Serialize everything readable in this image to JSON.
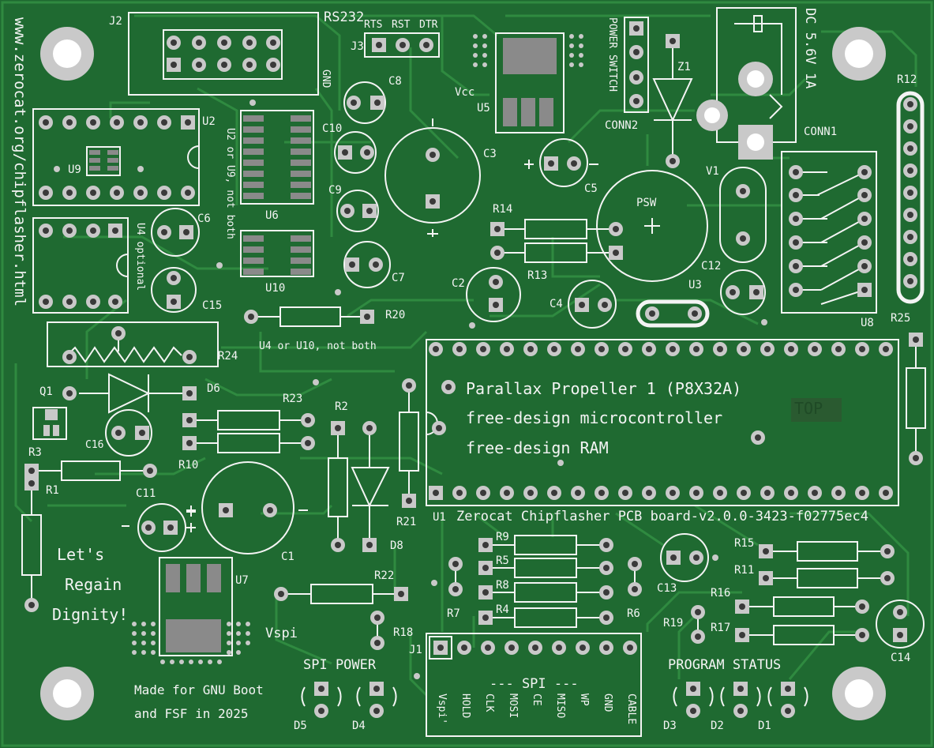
{
  "colors": {
    "board": "#1f6a31",
    "trace": "#2f8a40",
    "silk": "#f4f4f4",
    "pad": "#c9c9c9",
    "hole": "#3a3a3a",
    "chip": "#777777"
  },
  "board": {
    "url": "www.zerocat.org/chipflasher.html",
    "rs232": "RS232",
    "gnd": "GND",
    "rts": "RTS",
    "rst": "RST",
    "dtr": "DTR",
    "power_switch": "POWER SWITCH",
    "conn2": "CONN2",
    "dc_power": "DC 5.6V 1A",
    "conn1": "CONN1",
    "vcc": "Vcc",
    "u2u9_note": "U2 or U9, not both",
    "u4_optional": "U4 optional",
    "u4u10_note": "U4 or U10, not both",
    "psw": "PSW",
    "mcu_line1": "Parallax Propeller 1 (P8X32A)",
    "mcu_line2": "free-design microcontroller",
    "mcu_line3": "free-design RAM",
    "top": "TOP",
    "board_title": "Zerocat Chipflasher PCB board-v2.0.0-3423-f02775ec4",
    "motto_1": "Let's",
    "motto_2": "Regain",
    "motto_3": "Dignity!",
    "vspi": "Vspi",
    "spi_power": "SPI POWER",
    "made_for_1": "Made for GNU Boot",
    "made_for_2": "and FSF in 2025",
    "spi": "--- SPI ---",
    "spi_pins": [
      "Vspi'",
      "HOLD",
      "CLK",
      "MOSI",
      "CE",
      "MISO",
      "WP",
      "GND",
      "CABLE"
    ],
    "program_status": "PROGRAM STATUS"
  },
  "refs": {
    "J2": "J2",
    "J3": "J3",
    "U2": "U2",
    "U9": "U9",
    "U6": "U6",
    "U10": "U10",
    "U4": "U4",
    "C8": "C8",
    "C10": "C10",
    "C9": "C9",
    "C7": "C7",
    "C6": "C6",
    "C15": "C15",
    "C3": "C3",
    "U5": "U5",
    "Z1": "Z1",
    "C5": "C5",
    "R14": "R14",
    "R13": "R13",
    "V1": "V1",
    "C12": "C12",
    "U3": "U3",
    "R12": "R12",
    "U8": "U8",
    "C2": "C2",
    "C4": "C4",
    "R20": "R20",
    "R24": "R24",
    "Q1": "Q1",
    "D6": "D6",
    "R23": "R23",
    "R10": "R10",
    "C16": "C16",
    "R3": "R3",
    "R1": "R1",
    "C11": "C11",
    "R2": "R2",
    "C1": "C1",
    "D8": "D8",
    "R21": "R21",
    "U1": "U1",
    "R25": "R25",
    "R9": "R9",
    "R5": "R5",
    "R8": "R8",
    "R4": "R4",
    "R7": "R7",
    "R6": "R6",
    "C13": "C13",
    "R15": "R15",
    "R11": "R11",
    "R16": "R16",
    "R17": "R17",
    "R19": "R19",
    "C14": "C14",
    "R22": "R22",
    "R18": "R18",
    "U7": "U7",
    "J1": "J1",
    "D5": "D5",
    "D4": "D4",
    "D3": "D3",
    "D2": "D2",
    "D1": "D1"
  }
}
